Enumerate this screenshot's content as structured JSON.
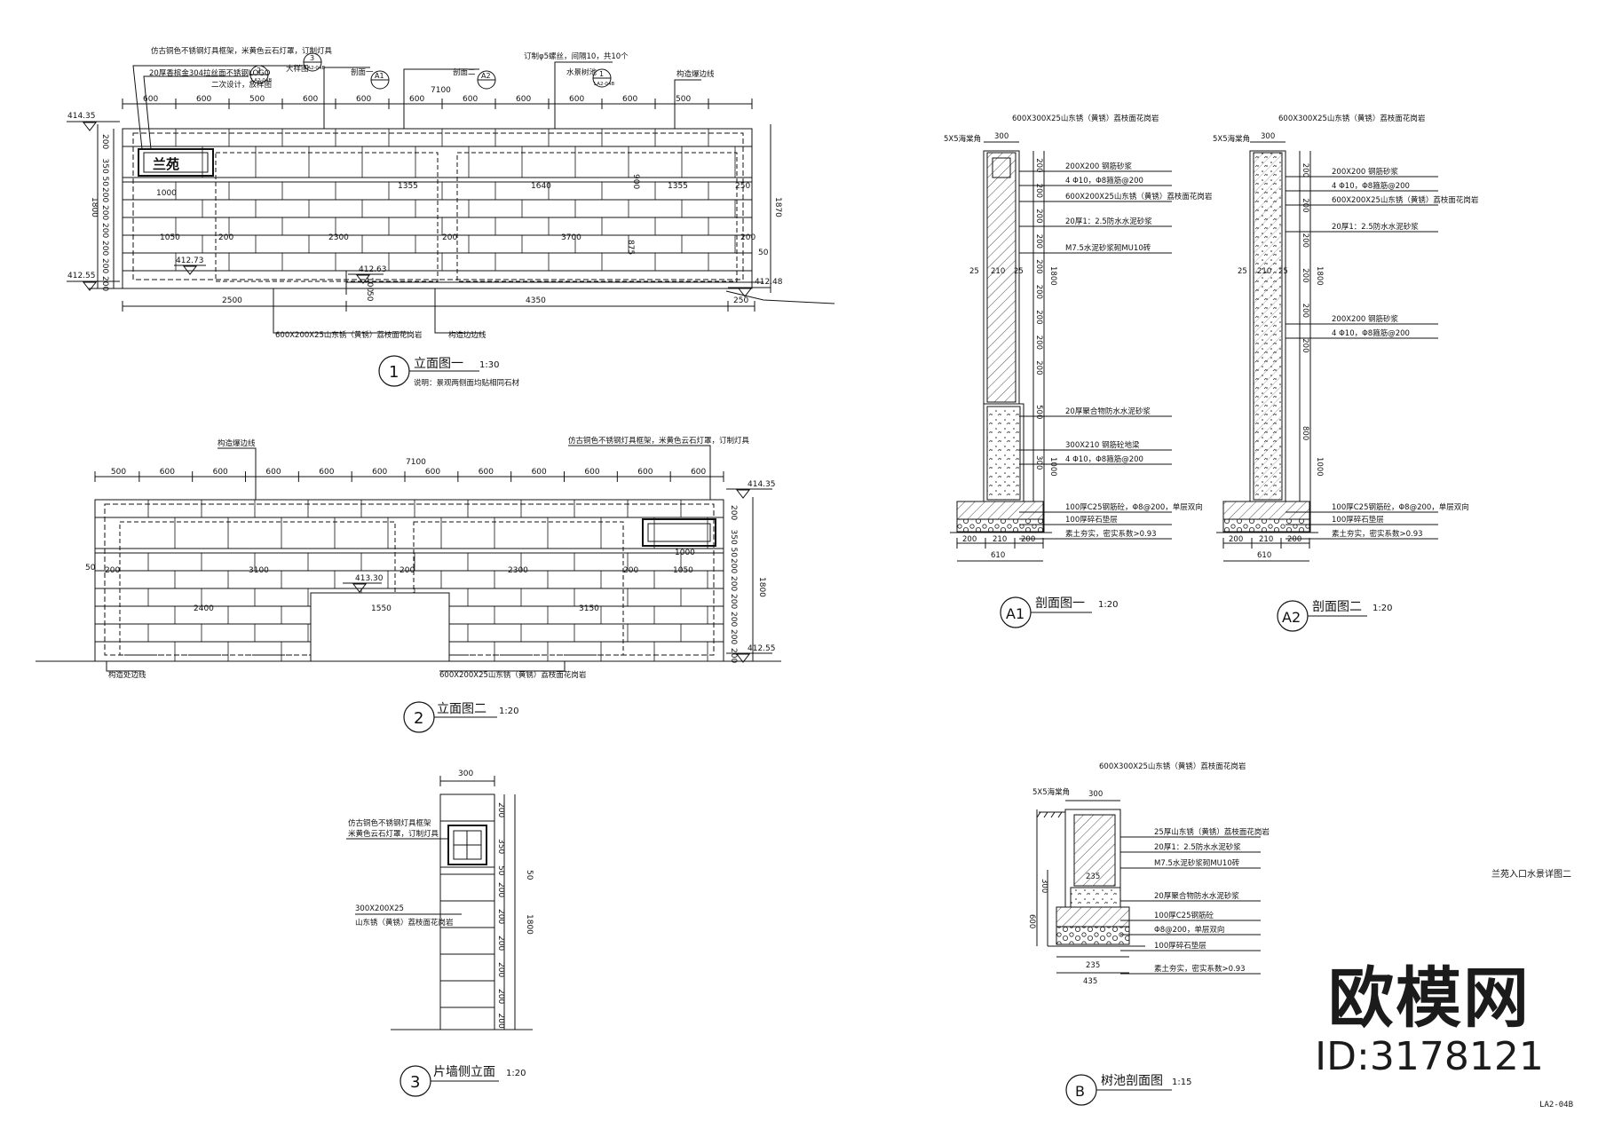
{
  "drawings": {
    "elev1": {
      "num": "1",
      "title": "立面图一",
      "scale": "1:30",
      "note": "说明：景观两侧面均贴相同石材",
      "leaders": {
        "lamp": "仿古铜色不锈钢灯具框架，米黄色云石灯罩，订制灯具",
        "logo": "20厚香槟金304拉丝面不锈钢LOGO",
        "logo2": "二次设计，放样图",
        "bigsample": "大样图",
        "cut1": "剖面一",
        "cut2": "剖面二",
        "bolts": "订制φ5螺丝，间隔10，共10个",
        "treepool": "水景树池",
        "outline": "构造爆边线",
        "stone": "600X200X25山东锈（黄锈）荔枝面花岗岩",
        "outline2": "构造边边线"
      },
      "tags": {
        "t3": "3",
        "t3s": "LA2-04B",
        "t2": "2",
        "t2s": "LA2-04B",
        "ta1": "A1",
        "ta2": "A2",
        "tb": "1",
        "tbs": "LA2-04B"
      },
      "top_dims": [
        "600",
        "600",
        "500",
        "600",
        "600",
        "600",
        "600",
        "600",
        "600",
        "600",
        "500"
      ],
      "overall": "7100",
      "inner": {
        "d1355a": "1355",
        "d1640": "1640",
        "d1355b": "1355",
        "d250": "250",
        "d1050": "1050",
        "d200a": "200",
        "d2300": "2300",
        "d200b": "200",
        "d3700": "3700",
        "d200c": "200",
        "d1000": "1000",
        "d900": "900",
        "d875": "875",
        "d100": "100",
        "d50": "50",
        "d50b": "50"
      },
      "bottom": {
        "b2500": "2500",
        "b4350": "4350",
        "b250": "250"
      },
      "levels": {
        "l1": "414.35",
        "l2": "412.55",
        "l3": "412.73",
        "l4": "412.63",
        "l5": "412.48"
      },
      "left_dims": [
        "200",
        "350",
        "50",
        "200",
        "200",
        "200",
        "200",
        "200",
        "200"
      ],
      "left_total": "1800",
      "right_total": "1870",
      "logo_text": "兰苑"
    },
    "elev2": {
      "num": "2",
      "title": "立面图二",
      "scale": "1:20",
      "leaders": {
        "outline": "构造爆边线",
        "lamp": "仿古铜色不锈钢灯具框架，米黄色云石灯罩，订制灯具",
        "outline2": "构造处边线",
        "stone": "600X200X25山东锈（黄锈）荔枝面花岗岩"
      },
      "top_dims": [
        "500",
        "600",
        "600",
        "600",
        "600",
        "600",
        "600",
        "600",
        "600",
        "600",
        "600",
        "600"
      ],
      "overall": "7100",
      "inner": {
        "d50": "50",
        "d200a": "200",
        "d3100": "3100",
        "d200b": "200",
        "d2300": "2300",
        "d200c": "200",
        "d1050": "1050",
        "d1000": "1000",
        "d2400": "2400",
        "d1550": "1550",
        "d3150": "3150"
      },
      "levels": {
        "l1": "414.35",
        "l2": "413.30",
        "l3": "412.55"
      },
      "right_dims": [
        "200",
        "350",
        "50",
        "200",
        "200",
        "200",
        "200",
        "200",
        "200"
      ],
      "right_total": "1800"
    },
    "side": {
      "num": "3",
      "title": "片墙侧立面",
      "scale": "1:20",
      "width": "300",
      "leaders": {
        "lamp": "仿古铜色不锈钢灯具框架",
        "lamp2": "米黄色云石灯罩，订制灯具",
        "stone": "300X200X25",
        "stone2": "山东锈（黄锈）荔枝面花岗岩"
      },
      "dims": [
        "200",
        "350",
        "50",
        "200",
        "200",
        "200",
        "200",
        "200",
        "200"
      ],
      "total": "1800",
      "d50": "50"
    },
    "secA1": {
      "num": "A1",
      "title": "剖面图一",
      "scale": "1:20",
      "top_note": "600X300X25山东锈（黄锈）荔枝面花岗岩",
      "chamfer": "5X5海棠角",
      "width": "300",
      "notes": {
        "n1": "200X200 钢筋砂浆",
        "n2": "4 Φ10，Φ8箍筋@200",
        "n3": "600X200X25山东锈（黄锈）荔枝面花岗岩",
        "n4": "20厚1：2.5防水水泥砂浆",
        "n5": "M7.5水泥砂浆砌MU10砖",
        "n6": "20厚聚合物防水水泥砂浆",
        "n7": "300X210 钢筋砼地梁",
        "n8": "4 Φ10，Φ8箍筋@200",
        "n9": "100厚C25钢筋砼，Φ8@200，单层双向",
        "n10": "100厚碎石垫层",
        "n11": "素土夯实，密实系数>0.93"
      },
      "mid": {
        "m1": "25",
        "m2": "210",
        "m3": "25"
      },
      "dims": [
        "200",
        "200",
        "200",
        "200",
        "200",
        "200",
        "200",
        "200",
        "200",
        "500",
        "300"
      ],
      "total1": "1800",
      "total2": "1000",
      "base": {
        "b1": "200",
        "b2": "210",
        "b3": "200",
        "bt": "610"
      }
    },
    "secA2": {
      "num": "A2",
      "title": "剖面图二",
      "scale": "1:20",
      "top_note": "600X300X25山东锈（黄锈）荔枝面花岗岩",
      "chamfer": "5X5海棠角",
      "width": "300",
      "notes": {
        "n1": "200X200 钢筋砂浆",
        "n2": "4 Φ10，Φ8箍筋@200",
        "n3": "600X200X25山东锈（黄锈）荔枝面花岗岩",
        "n4": "20厚1：2.5防水水泥砂浆",
        "n5": "200X200 钢筋砂浆",
        "n6": "4 Φ10，Φ8箍筋@200",
        "n7": "100厚C25钢筋砼，Φ8@200，单层双向",
        "n8": "100厚碎石垫层",
        "n9": "素土夯实，密实系数>0.93"
      },
      "mid": {
        "m1": "25",
        "m2": "210",
        "m3": "25"
      },
      "dims": [
        "200",
        "200",
        "200",
        "200",
        "200",
        "200",
        "800"
      ],
      "total1": "1800",
      "total2": "1000",
      "base": {
        "b1": "200",
        "b2": "210",
        "b3": "200",
        "bt": "610"
      }
    },
    "secB": {
      "num": "B",
      "title": "树池剖面图",
      "scale": "1:15",
      "top_note": "600X300X25山东锈（黄锈）荔枝面花岗岩",
      "chamfer": "5X5海棠角",
      "width": "300",
      "notes": {
        "n1": "25厚山东锈（黄锈）荔枝面花岗岩",
        "n2": "20厚1：2.5防水水泥砂浆",
        "n3": "M7.5水泥砂浆砌MU10砖",
        "n4": "20厚聚合物防水水泥砂浆",
        "n5": "100厚C25钢筋砼",
        "n6": "Φ8@200，单层双向",
        "n7": "100厚碎石垫层",
        "n8": "素土夯实，密实系数>0.93"
      },
      "dims": {
        "d600": "600",
        "d300": "300",
        "d235": "235",
        "d235b": "235",
        "d435": "435"
      }
    }
  },
  "side_note": "兰苑入口水景详图二",
  "brand": {
    "name": "欧模网",
    "id": "ID:3178121"
  },
  "sheet_no": "LA2-04B"
}
